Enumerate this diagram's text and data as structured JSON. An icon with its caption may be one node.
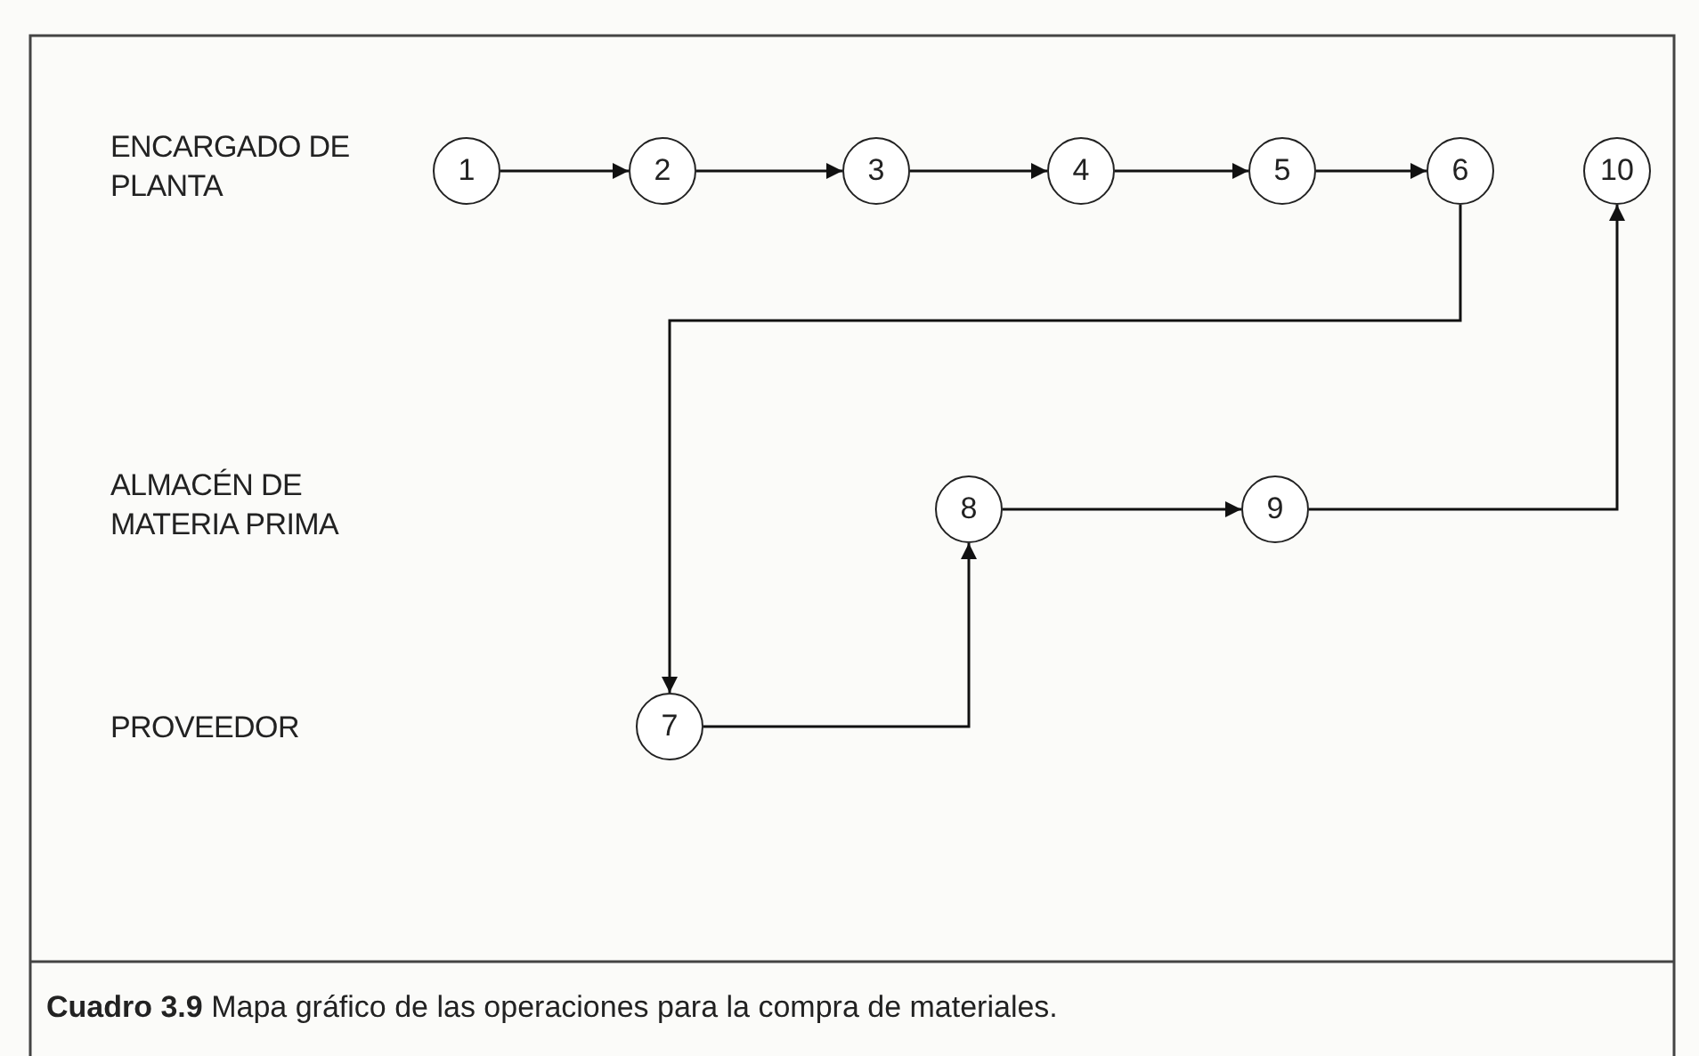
{
  "diagram": {
    "caption": "**Cuadro 3.9** Mapa gráfico de las operaciones para la compra de materiales.",
    "nodes": [
      {
        "text": [
          "1"
        ]
      },
      {
        "text": [
          "2"
        ]
      },
      {
        "text": [
          "3"
        ]
      },
      {
        "text": [
          "4"
        ]
      },
      {
        "text": [
          "5"
        ]
      },
      {
        "text": [
          "6"
        ]
      },
      {
        "text": [
          "10"
        ]
      },
      {
        "text": [
          "8"
        ]
      },
      {
        "text": [
          "9"
        ]
      },
      {
        "text": [
          "7"
        ]
      }
    ],
    "edges": [
      {
        "from": 0,
        "to": 1,
        "arrow": "to"
      },
      {
        "from": 1,
        "to": 2,
        "arrow": "to"
      },
      {
        "from": 2,
        "to": 3,
        "arrow": "to"
      },
      {
        "from": 3,
        "to": 4,
        "arrow": "to"
      },
      {
        "from": 4,
        "to": 5,
        "arrow": "to"
      },
      {
        "from": 5,
        "to": 9,
        "arrow": "to"
      },
      {
        "from": 9,
        "to": 7,
        "arrow": "to"
      },
      {
        "from": 7,
        "to": 8,
        "arrow": "to"
      },
      {
        "from": 8,
        "to": 6,
        "arrow": "to"
      }
    ],
    "labels": [
      "ENCARGADO DE PLANTA",
      "ALMACÉN DE MATERIA PRIMA",
      "PROVEEDOR"
    ]
  }
}
